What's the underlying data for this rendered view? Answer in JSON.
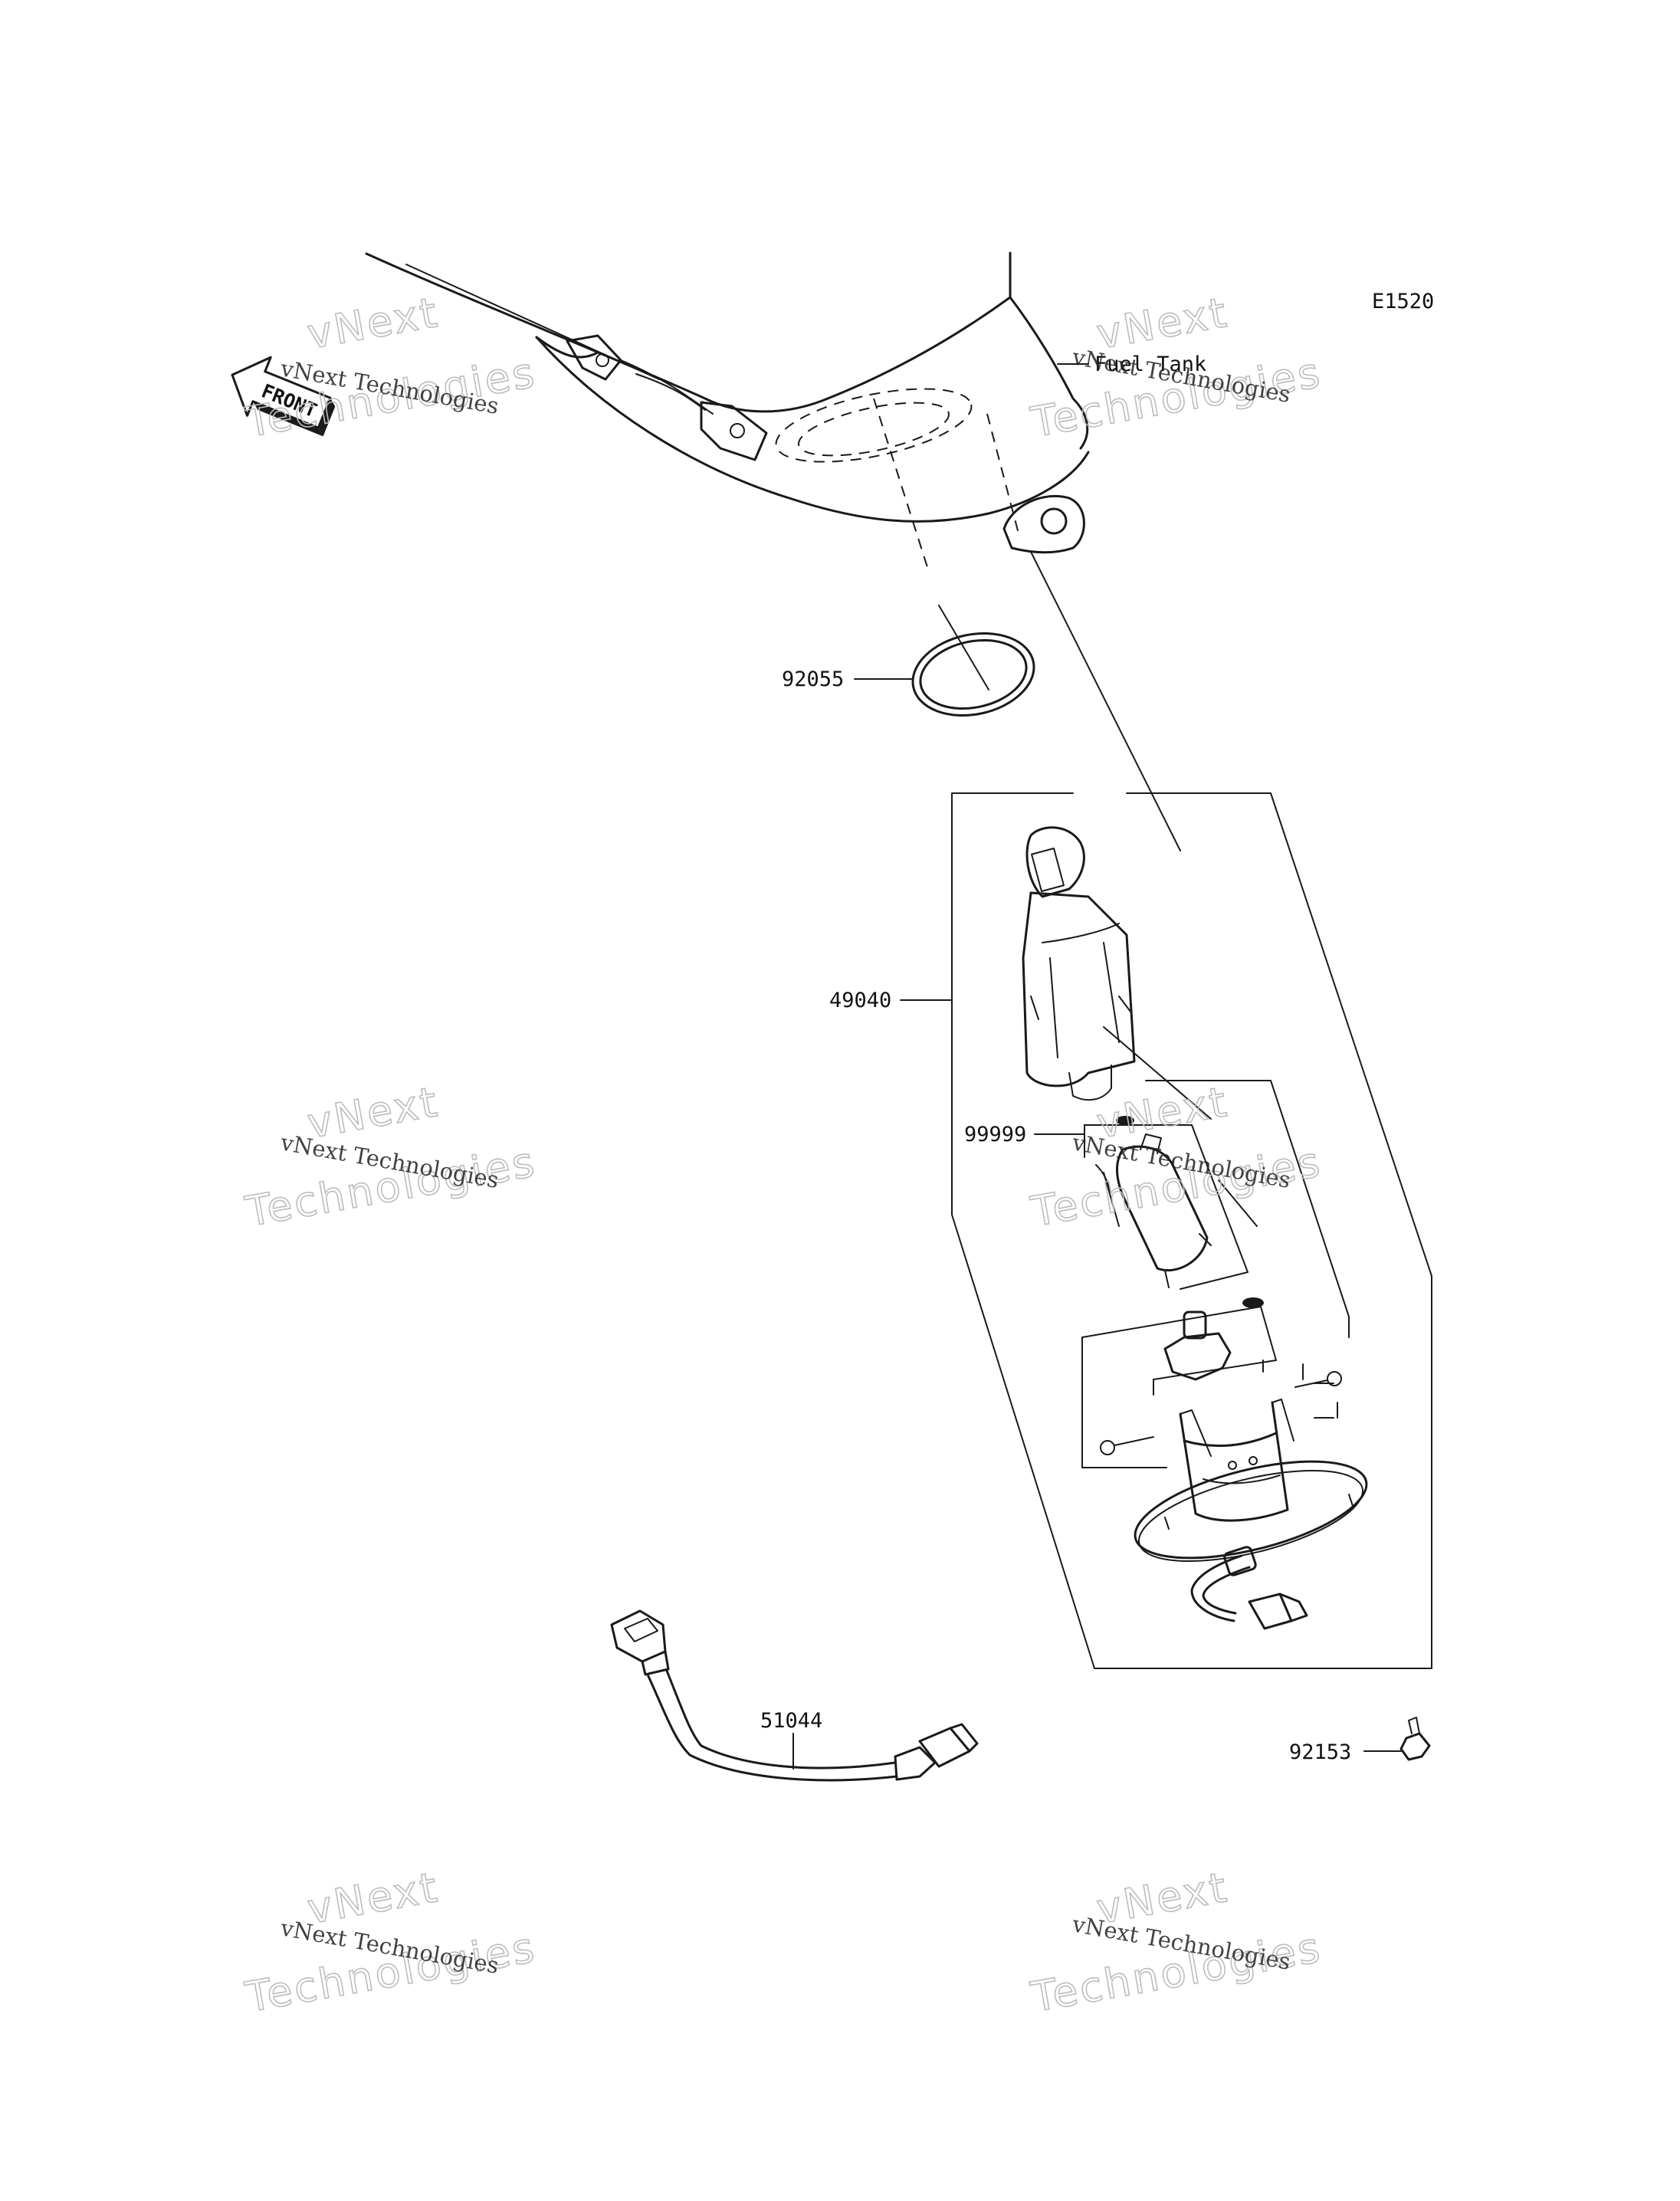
{
  "diagram": {
    "code": "E1520",
    "front_label": "FRONT",
    "fuel_tank_label": "Fuel Tank",
    "parts": [
      {
        "number": "92055"
      },
      {
        "number": "49040"
      },
      {
        "number": "99999"
      },
      {
        "number": "51044"
      },
      {
        "number": "92153"
      }
    ]
  },
  "watermarks": [
    {
      "small": "vNext Technologies",
      "big_line1": "vNext",
      "big_line2": "Technologies"
    },
    {
      "small": "vNext Technologies",
      "big_line1": "vNext",
      "big_line2": "Technologies"
    },
    {
      "small": "vNext Technologies",
      "big_line1": "vNext",
      "big_line2": "Technologies"
    },
    {
      "small": "vNext Technologies",
      "big_line1": "vNext",
      "big_line2": "Technologies"
    },
    {
      "small": "vNext Technologies",
      "big_line1": "vNext",
      "big_line2": "Technologies"
    },
    {
      "small": "vNext Technologies",
      "big_line1": "vNext",
      "big_line2": "Technologies"
    }
  ]
}
